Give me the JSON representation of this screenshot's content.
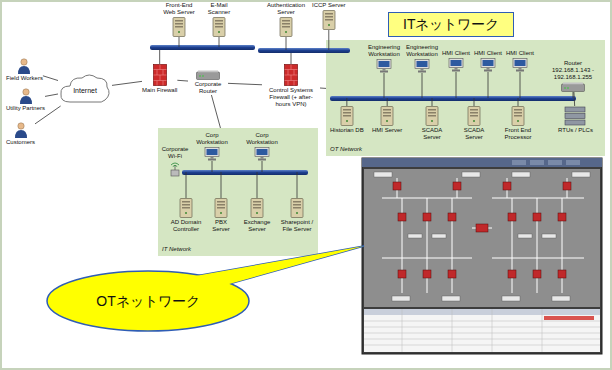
{
  "diagram": {
    "nodes": [
      {
        "text": [
          "Front-End Web Server"
        ]
      },
      {
        "text": [
          "E-Mail Scanner"
        ]
      },
      {
        "text": [
          "Authentication Server"
        ]
      },
      {
        "text": [
          "ICCP Server"
        ]
      },
      {
        "text": [
          "ITネットワーク"
        ]
      },
      {
        "text": [
          "Field Workers"
        ]
      },
      {
        "text": [
          "Utility Partners"
        ]
      },
      {
        "text": [
          "Customers"
        ]
      },
      {
        "text": [
          "Internet"
        ]
      },
      {
        "text": [
          "Main Firewall"
        ]
      },
      {
        "text": [
          "Corporate Router"
        ]
      },
      {
        "text": [
          "Control Systems Firewall (+ after-hours VPN)"
        ]
      },
      {
        "text": [
          "OT Network"
        ]
      },
      {
        "text": [
          "Engineering Workstation"
        ],
        "in": 12
      },
      {
        "text": [
          "Engineering Workstation"
        ],
        "in": 12
      },
      {
        "text": [
          "HMI Client"
        ],
        "in": 12
      },
      {
        "text": [
          "HMI Client"
        ],
        "in": 12
      },
      {
        "text": [
          "HMI Client"
        ],
        "in": 12
      },
      {
        "text": [
          "Router 192.168.1.143 - 192.168.1.255"
        ],
        "in": 12
      },
      {
        "text": [
          "RTUs / PLCs"
        ],
        "in": 12
      },
      {
        "text": [
          "Historian DB"
        ],
        "in": 12
      },
      {
        "text": [
          "HMI Server"
        ],
        "in": 12
      },
      {
        "text": [
          "SCADA Server"
        ],
        "in": 12
      },
      {
        "text": [
          "SCADA Server"
        ],
        "in": 12
      },
      {
        "text": [
          "Front End Processor"
        ],
        "in": 12
      },
      {
        "text": [
          "IT Network"
        ]
      },
      {
        "text": [
          "Corp Workstation"
        ],
        "in": 25
      },
      {
        "text": [
          "Corp Workstation"
        ],
        "in": 25
      },
      {
        "text": [
          "Corporate Wi-Fi"
        ],
        "in": 25
      },
      {
        "text": [
          "AD Domain Controller"
        ],
        "in": 25
      },
      {
        "text": [
          "PBX Server"
        ],
        "in": 25
      },
      {
        "text": [
          "Exchange Server"
        ],
        "in": 25
      },
      {
        "text": [
          "Sharepoint / File Server"
        ],
        "in": 25
      },
      {
        "text": [
          "OTネットワーク"
        ]
      }
    ],
    "edges": [
      {
        "from": 5,
        "to": 8,
        "arrow": "none"
      },
      {
        "from": 6,
        "to": 8,
        "arrow": "none"
      },
      {
        "from": 7,
        "to": 8,
        "arrow": "none"
      },
      {
        "from": 8,
        "to": 9,
        "arrow": "none"
      },
      {
        "from": 9,
        "to": 10,
        "arrow": "none"
      },
      {
        "from": 10,
        "to": 11,
        "arrow": "none"
      },
      {
        "from": 11,
        "to": 12,
        "arrow": "none"
      },
      {
        "from": 10,
        "to": 25,
        "arrow": "none"
      },
      {
        "from": 18,
        "to": 19,
        "arrow": "none"
      }
    ]
  }
}
